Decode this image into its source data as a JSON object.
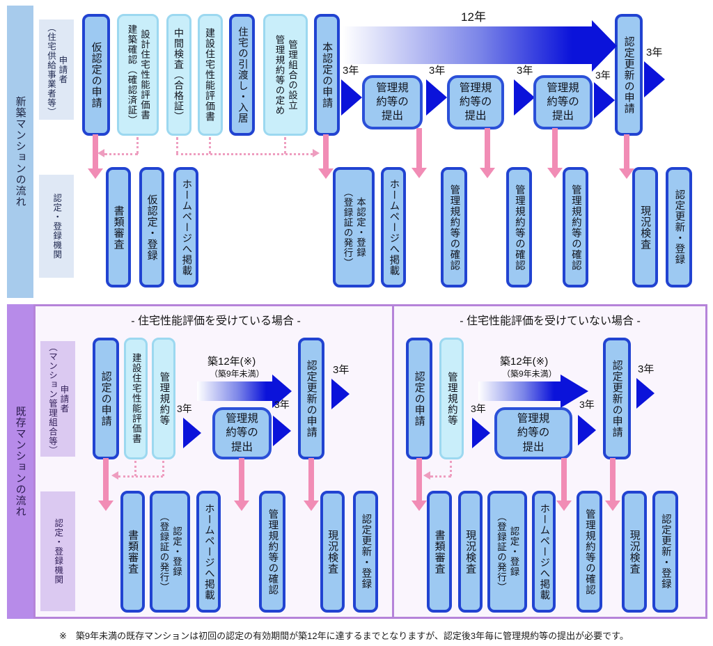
{
  "labels": {
    "year12": "12年",
    "year3": "3年",
    "built12": "築12年(※)",
    "under9": "（築9年未満）"
  },
  "top": {
    "sidebar": "新築マンションの流れ",
    "roles": {
      "applicant": [
        "申請者",
        "（住宅供給事業者等）"
      ],
      "agency": "認定・登録機関"
    },
    "flow": {
      "temp_app": "仮認定の申請",
      "design_eval": [
        "設計住宅性能評価書",
        "建築確認（確認済証）"
      ],
      "interim": "中間検査（合格証）",
      "const_eval": "建設住宅性能評価書",
      "handover": "住宅の引渡し・入居",
      "assoc": [
        "管理組合の設立",
        "管理規約等の定め"
      ],
      "main_app": "本認定の申請",
      "submit": "管理規約等の提出",
      "renewal_app": "認定更新の申請"
    },
    "agency": {
      "doc_review": "書類審査",
      "temp_reg": "仮認定・登録",
      "homepage": "ホームページへ掲載",
      "main_reg": [
        "本認定・登録",
        "（登録証の発行）"
      ],
      "rule_check": "管理規約等の確認",
      "site_check": "現況検査",
      "renewal_reg": "認定更新・登録"
    }
  },
  "bottom": {
    "sidebar": "既存マンションの流れ",
    "left_title": "- 住宅性能評価を受けている場合 -",
    "right_title": "- 住宅性能評価を受けていない場合 -",
    "roles": {
      "applicant": [
        "申請者",
        "（マンション管理組合等）"
      ],
      "agency": "認定・登録機関"
    },
    "flow": {
      "cert_app": "認定の申請",
      "const_eval": "建設住宅性能評価書",
      "rules": "管理規約等",
      "submit": "管理規約等の提出",
      "renewal_app": "認定更新の申請"
    },
    "agency": {
      "doc_review": "書類審査",
      "reg": [
        "認定・登録",
        "（登録証の発行）"
      ],
      "homepage": "ホームページへ掲載",
      "rule_check": "管理規約等の確認",
      "site_check": "現況検査",
      "renewal_reg": "認定更新・登録"
    }
  },
  "footnote": "※　築9年未満の既存マンションは初回の認定の有効期間が築12年に達するまでとなりますが、認定後3年毎に管理規約等の提出が必要です。",
  "colors": {
    "deep_blue": "#0b13da",
    "box_blue_fill": "#9dc9f2",
    "box_blue_border": "#2143d1",
    "box_cyan_fill": "#c9eefa",
    "box_cyan_border": "#9cd8f0",
    "pink": "#f18cb5",
    "sidebar_blue": "#a7cbec",
    "sidebar_purple": "#b78be9",
    "panel_border": "#b583d9"
  }
}
